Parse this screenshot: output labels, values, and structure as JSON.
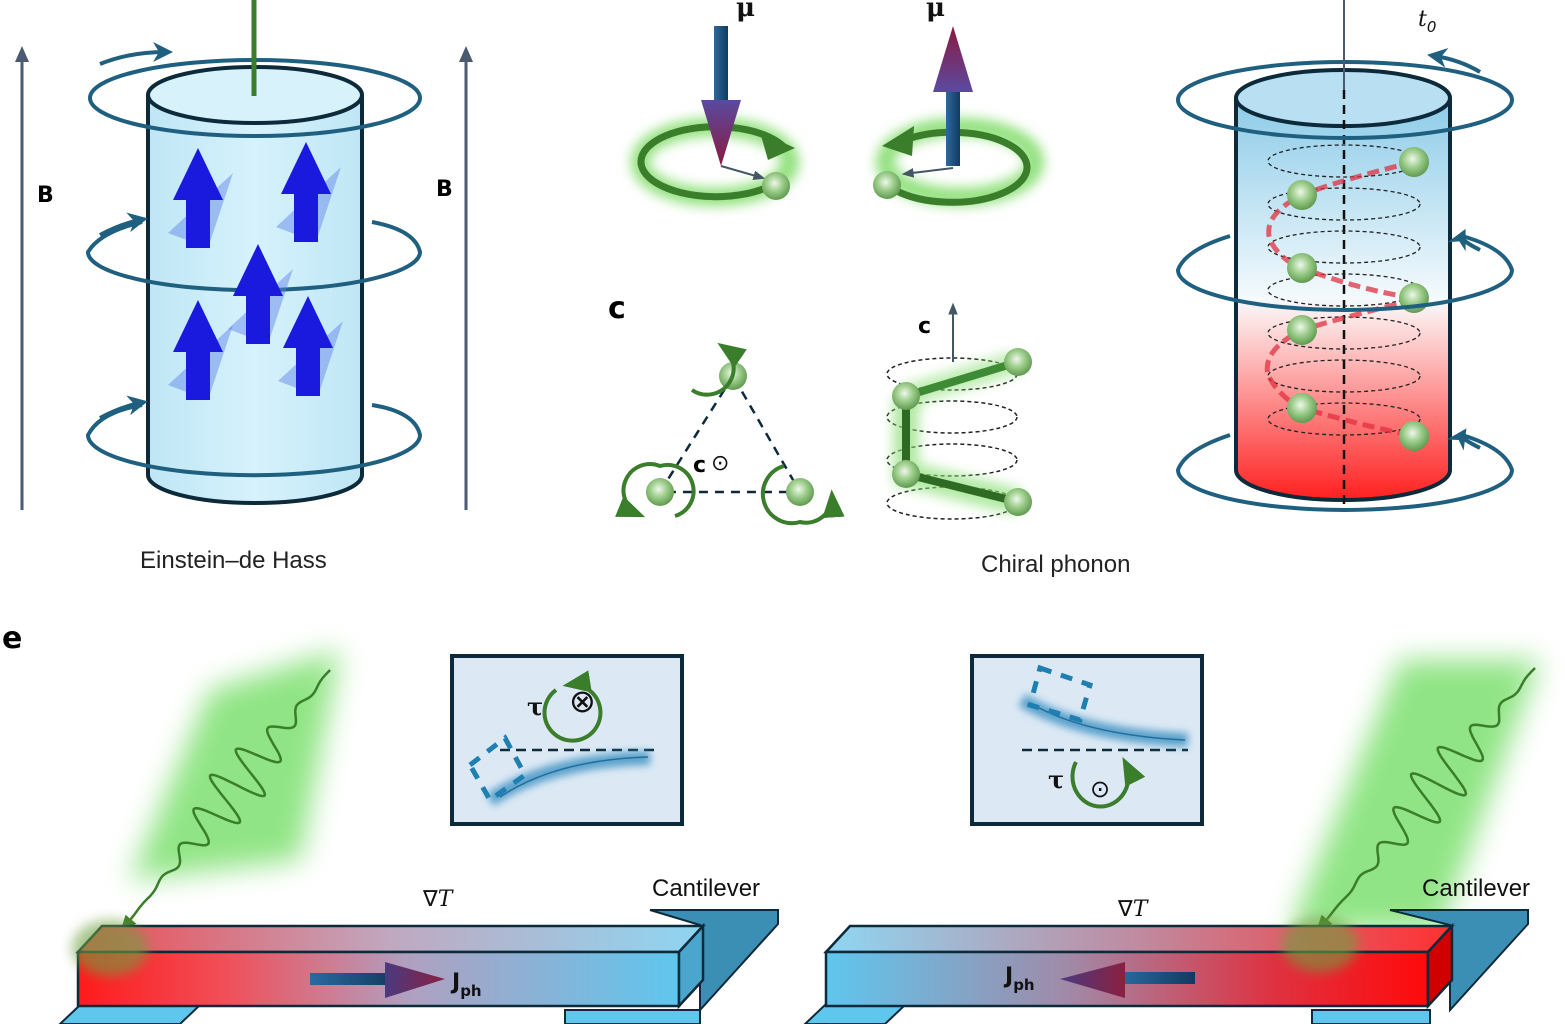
{
  "figure": {
    "panels": {
      "einstein_de_haas": {
        "caption": "Einstein–de Hass",
        "field_label_left": "B",
        "field_label_right": "B",
        "spin_arrow_count": 5
      },
      "magnetic_moment": {
        "mu_label_left": "μ",
        "mu_label_right": "μ"
      },
      "chiral_phonon": {
        "panel_letter": "c",
        "axis_label_triangle": "c",
        "axis_symbol_triangle": "⊙",
        "axis_label_helix": "c",
        "caption": "Chiral phonon"
      },
      "torsion": {
        "time_label": "t",
        "time_subscript": "0"
      },
      "phonon_torque": {
        "panel_letter": "e",
        "left": {
          "torque_label": "τ",
          "torque_symbol": "⊗",
          "gradient_label": "∇",
          "gradient_var": "T",
          "current_label": "J",
          "current_sub": "ph",
          "cantilever_label": "Cantilever"
        },
        "right": {
          "torque_label": "τ",
          "torque_symbol": "⊙",
          "gradient_label": "∇",
          "gradient_var": "T",
          "current_label": "J",
          "current_sub": "ph",
          "cantilever_label": "Cantilever"
        }
      }
    },
    "colors": {
      "ring": "#1f5f7f",
      "cylinder_fill": "#cdeefa",
      "spin_blue": "#1a1adf",
      "phonon_green": "#3a7d2a",
      "glow_green": "#8fe07a",
      "hot_red": "#ff1a1a",
      "cold_blue": "#5fc6ee",
      "dark_outline": "#0d2a3a"
    }
  }
}
